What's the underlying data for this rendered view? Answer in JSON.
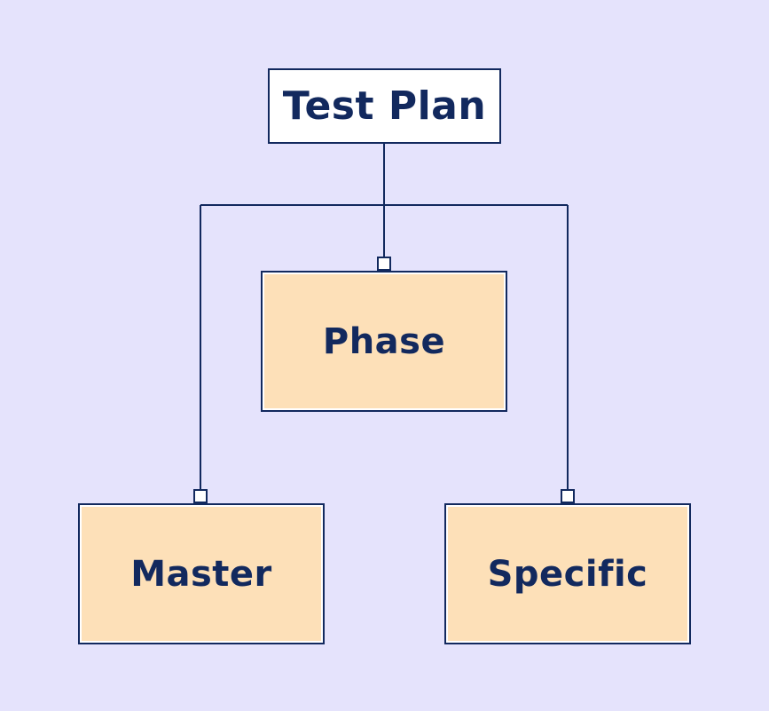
{
  "diagram": {
    "root": {
      "label": "Test Plan"
    },
    "children": [
      {
        "id": "phase",
        "label": "Phase"
      },
      {
        "id": "master",
        "label": "Master"
      },
      {
        "id": "specific",
        "label": "Specific"
      }
    ]
  },
  "colors": {
    "background": "#e5e3fc",
    "root_fill": "#ffffff",
    "child_fill": "#fde0b8",
    "stroke": "#12295e",
    "text": "#12295e"
  }
}
